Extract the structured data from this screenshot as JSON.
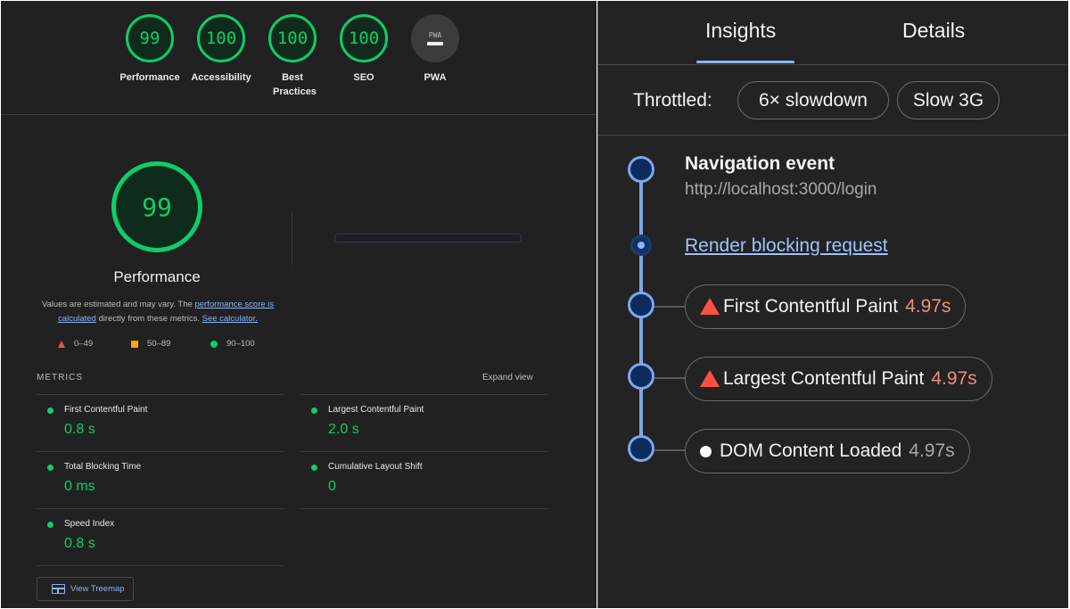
{
  "lighthouse": {
    "categories": [
      {
        "score": "99",
        "label": "Performance"
      },
      {
        "score": "100",
        "label": "Accessibility"
      },
      {
        "score": "100",
        "label": "Best Practices"
      },
      {
        "score": "100",
        "label": "SEO"
      }
    ],
    "pwa": {
      "badge": "PWA",
      "label": "PWA"
    },
    "main_score": "99",
    "main_title": "Performance",
    "disclaimer": {
      "text1": "Values are estimated and may vary. The ",
      "link1": "performance score is calculated",
      "text2": " directly from these metrics. ",
      "link2": "See calculator."
    },
    "legend": [
      {
        "range": "0–49",
        "color": "#ff4e42"
      },
      {
        "range": "50–89",
        "color": "#ffa400"
      },
      {
        "range": "90–100",
        "color": "#0cce6b"
      }
    ],
    "metrics_label": "METRICS",
    "expand_label": "Expand view",
    "metrics": [
      {
        "name": "First Contentful Paint",
        "value": "0.8 s"
      },
      {
        "name": "Largest Contentful Paint",
        "value": "2.0 s"
      },
      {
        "name": "Total Blocking Time",
        "value": "0 ms"
      },
      {
        "name": "Cumulative Layout Shift",
        "value": "0"
      },
      {
        "name": "Speed Index",
        "value": "0.8 s"
      }
    ],
    "treemap_label": "View Treemap"
  },
  "insights_panel": {
    "tabs": [
      "Insights",
      "Details"
    ],
    "active_tab": "Insights",
    "throttled_label": "Throttled:",
    "chips": [
      "6× slowdown",
      "Slow 3G"
    ],
    "timeline": {
      "nav_title": "Navigation event",
      "nav_url": "http://localhost:3000/login",
      "render_blocking": "Render blocking request",
      "events": [
        {
          "name": "First Contentful Paint",
          "time": "4.97s",
          "status": "poor"
        },
        {
          "name": "Largest Contentful Paint",
          "time": "4.97s",
          "status": "poor"
        },
        {
          "name": "DOM Content Loaded",
          "time": "4.97s",
          "status": "neutral"
        }
      ]
    }
  },
  "colors": {
    "good": "#0cce6b",
    "average": "#ffa400",
    "poor": "#ff4e42",
    "link": "#8ab4f8"
  }
}
